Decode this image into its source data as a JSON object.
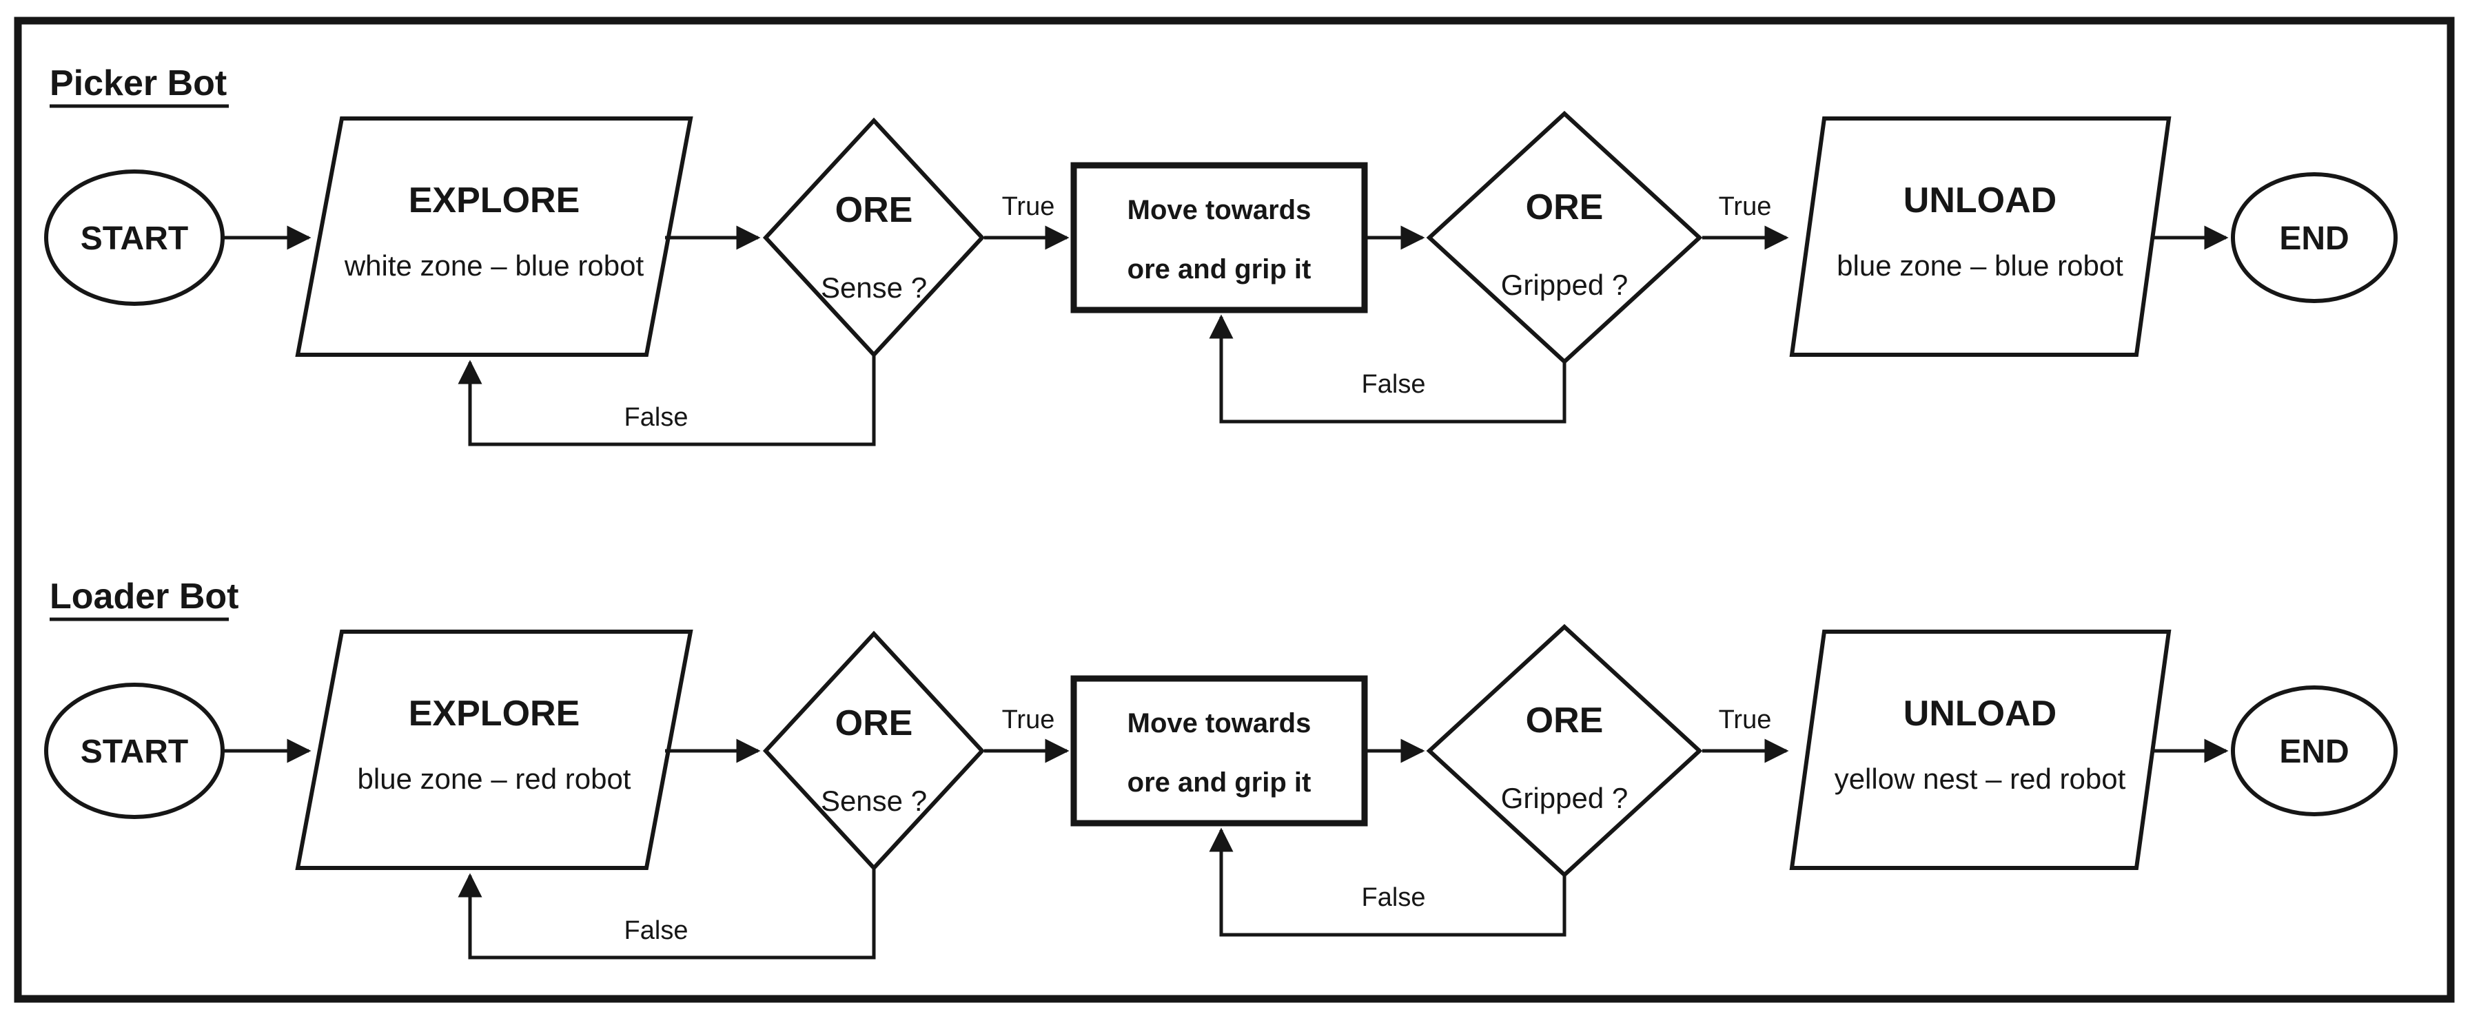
{
  "diagram": {
    "colors": {
      "ink": "#161616",
      "background": "#ffffff"
    },
    "flows": [
      {
        "title": "Picker Bot",
        "start": "START",
        "explore_title": "EXPLORE",
        "explore_subtitle": "white zone – blue robot",
        "sense_title": "ORE",
        "sense_subtitle": "Sense ?",
        "sense_true": "True",
        "sense_false": "False",
        "action_line1": "Move towards",
        "action_line2": "ore and grip it",
        "grip_title": "ORE",
        "grip_subtitle": "Gripped ?",
        "grip_true": "True",
        "grip_false": "False",
        "unload_title": "UNLOAD",
        "unload_subtitle": "blue zone – blue robot",
        "end": "END"
      },
      {
        "title": "Loader Bot",
        "start": "START",
        "explore_title": "EXPLORE",
        "explore_subtitle": "blue zone – red robot",
        "sense_title": "ORE",
        "sense_subtitle": "Sense ?",
        "sense_true": "True",
        "sense_false": "False",
        "action_line1": "Move towards",
        "action_line2": "ore and grip it",
        "grip_title": "ORE",
        "grip_subtitle": "Gripped ?",
        "grip_true": "True",
        "grip_false": "False",
        "unload_title": "UNLOAD",
        "unload_subtitle": "yellow nest – red robot",
        "end": "END"
      }
    ]
  }
}
